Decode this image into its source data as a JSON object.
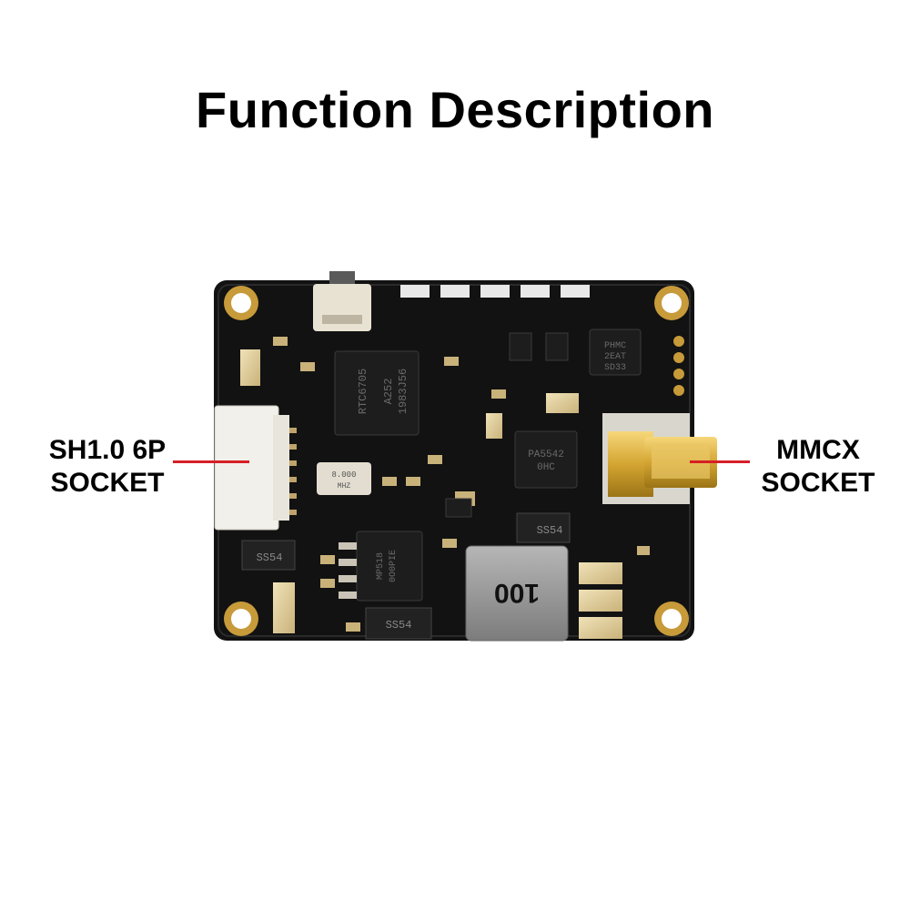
{
  "title": "Function Description",
  "callouts": {
    "left_line1": "SH1.0 6P",
    "left_line2": "SOCKET",
    "right_line1": "MMCX",
    "right_line2": "SOCKET"
  },
  "board_markings": {
    "main_ic": [
      "RTC6705",
      "A252",
      "1983J56"
    ],
    "crystal": [
      "8.000",
      "MHZ"
    ],
    "amp_ic": [
      "PA5542",
      "0HC"
    ],
    "qfn_small": [
      "PHMC",
      "2EAT",
      "SD33"
    ],
    "diode_right": "SS54",
    "diode_left": "SS54",
    "diode_bottom": "SS54",
    "regulator": [
      "MP518",
      "0O0PIE"
    ],
    "inductor": "100"
  },
  "colors": {
    "leader_line": "#d61f26",
    "pcb": "#111111",
    "gold": "#d4a532"
  }
}
